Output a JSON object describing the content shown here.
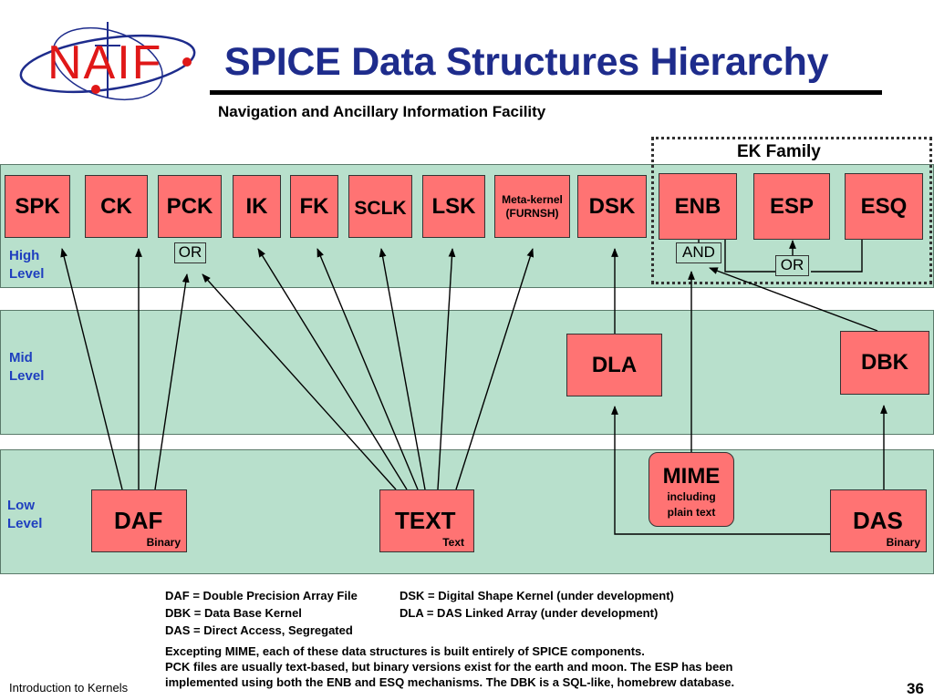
{
  "header": {
    "logo_text": "NAIF",
    "title": "SPICE Data Structures Hierarchy",
    "subtitle": "Navigation and Ancillary Information Facility"
  },
  "ek_family_label": "EK Family",
  "levels": {
    "high": [
      "High",
      "Level"
    ],
    "mid": [
      "Mid",
      "Level"
    ],
    "low": [
      "Low",
      "Level"
    ]
  },
  "high_level_boxes": {
    "spk": "SPK",
    "ck": "CK",
    "pck": "PCK",
    "ik": "IK",
    "fk": "FK",
    "sclk": "SCLK",
    "lsk": "LSK",
    "meta_kernel": "Meta-kernel",
    "meta_kernel_sub": "(FURNSH)",
    "dsk": "DSK",
    "enb": "ENB",
    "esp": "ESP",
    "esq": "ESQ"
  },
  "connectors": {
    "pck_or": "OR",
    "and": "AND",
    "esp_or": "OR"
  },
  "mid_level_boxes": {
    "dla": "DLA",
    "dbk": "DBK"
  },
  "low_level_boxes": {
    "daf": "DAF",
    "daf_sub": "Binary",
    "text": "TEXT",
    "text_sub": "Text",
    "mime": "MIME",
    "mime_sub1": "including",
    "mime_sub2": "plain text",
    "das": "DAS",
    "das_sub": "Binary"
  },
  "definitions": {
    "col1": [
      "DAF = Double Precision Array File",
      "DBK = Data Base Kernel",
      "DAS = Direct Access, Segregated"
    ],
    "col2": [
      "DSK = Digital Shape Kernel (under development)",
      "DLA = DAS Linked Array (under development)"
    ]
  },
  "notes": [
    "Excepting MIME, each of these data structures is built entirely of SPICE components.",
    "PCK files are usually text-based, but binary versions exist for the earth and moon.  The ESP has been",
    "implemented using both the ENB and ESQ mechanisms.  The DBK is a SQL-like, homebrew database."
  ],
  "footer": {
    "left": "Introduction to Kernels",
    "page_number": "36"
  },
  "colors": {
    "box_fill": "#ff7373",
    "band_fill": "#b8e0cc",
    "title_color": "#1e2c8c",
    "level_label_color": "#1f3fbf",
    "logo_red": "#e01818",
    "logo_blue": "#1e2c8c"
  }
}
